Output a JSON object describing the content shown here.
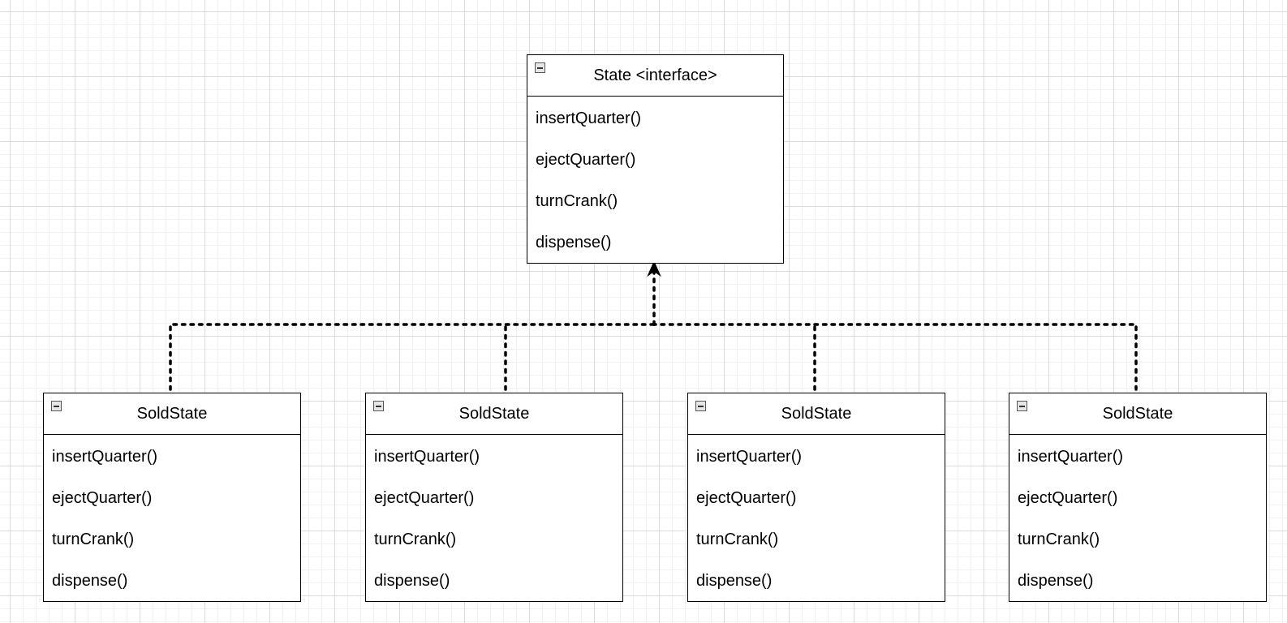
{
  "interface_class": {
    "name": "State <interface>",
    "methods": [
      "insertQuarter()",
      "ejectQuarter()",
      "turnCrank()",
      "dispense()"
    ]
  },
  "implementations": [
    {
      "name": "SoldState",
      "methods": [
        "insertQuarter()",
        "ejectQuarter()",
        "turnCrank()",
        "dispense()"
      ]
    },
    {
      "name": "SoldState",
      "methods": [
        "insertQuarter()",
        "ejectQuarter()",
        "turnCrank()",
        "dispense()"
      ]
    },
    {
      "name": "SoldState",
      "methods": [
        "insertQuarter()",
        "ejectQuarter()",
        "turnCrank()",
        "dispense()"
      ]
    },
    {
      "name": "SoldState",
      "methods": [
        "insertQuarter()",
        "ejectQuarter()",
        "turnCrank()",
        "dispense()"
      ]
    }
  ],
  "relationships": [
    {
      "from": "implementations.0",
      "to": "interface_class",
      "type": "realization"
    },
    {
      "from": "implementations.1",
      "to": "interface_class",
      "type": "realization"
    },
    {
      "from": "implementations.2",
      "to": "interface_class",
      "type": "realization"
    },
    {
      "from": "implementations.3",
      "to": "interface_class",
      "type": "realization"
    }
  ],
  "icons": {
    "collapse": "collapse-icon"
  }
}
